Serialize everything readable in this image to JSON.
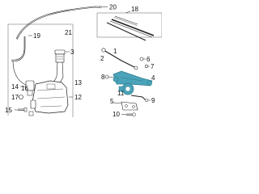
{
  "labels": {
    "p20": "20",
    "p19": "19",
    "p21": "21",
    "p1": "1",
    "p2": "2",
    "p3": "3",
    "p4": "4",
    "p5": "5",
    "p6": "6",
    "p7": "7",
    "p8": "8",
    "p9": "9",
    "p10": "10",
    "p11": "11",
    "p12": "12",
    "p13": "13",
    "p14": "14",
    "p15": "15",
    "p16": "16",
    "p17": "17",
    "p18": "18"
  },
  "colors": {
    "highlight": "#4aa3b8",
    "highlight_dark": "#2f7d90",
    "stroke": "#222222"
  }
}
